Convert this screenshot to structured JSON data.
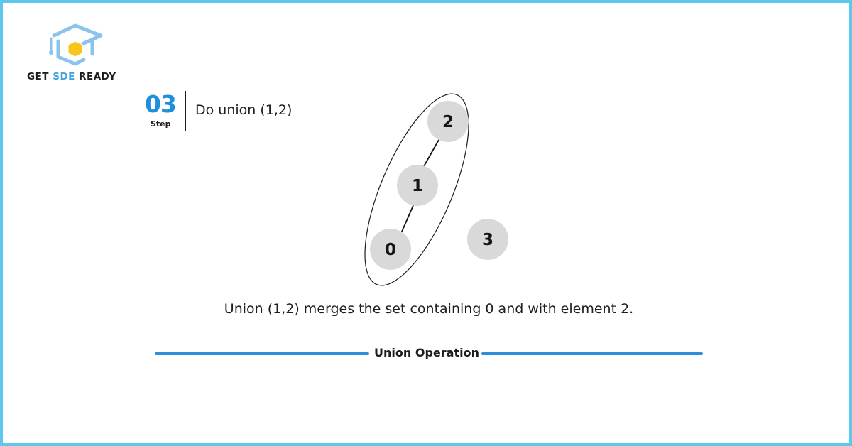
{
  "brand": {
    "name_prefix": "GET ",
    "name_accent": "SDE",
    "name_suffix": " READY",
    "accent_color": "#3ea3e0"
  },
  "step": {
    "number": "03",
    "word": "Step",
    "title": "Do union (1,2)",
    "number_color": "#1f8fdc"
  },
  "diagram": {
    "nodes": [
      {
        "id": "0",
        "label": "0"
      },
      {
        "id": "1",
        "label": "1"
      },
      {
        "id": "2",
        "label": "2"
      },
      {
        "id": "3",
        "label": "3"
      }
    ],
    "edges": [
      {
        "from": "0",
        "to": "1"
      },
      {
        "from": "1",
        "to": "2"
      }
    ],
    "sets": [
      {
        "members": [
          "0",
          "1",
          "2"
        ]
      },
      {
        "members": [
          "3"
        ]
      }
    ],
    "node_fill": "#d9d9d9"
  },
  "caption": "Union (1,2) merges the set containing 0 and with element 2.",
  "footer": {
    "label": "Union Operation",
    "line_color": "#2e8fd8"
  },
  "frame_color": "#5ec8ec"
}
